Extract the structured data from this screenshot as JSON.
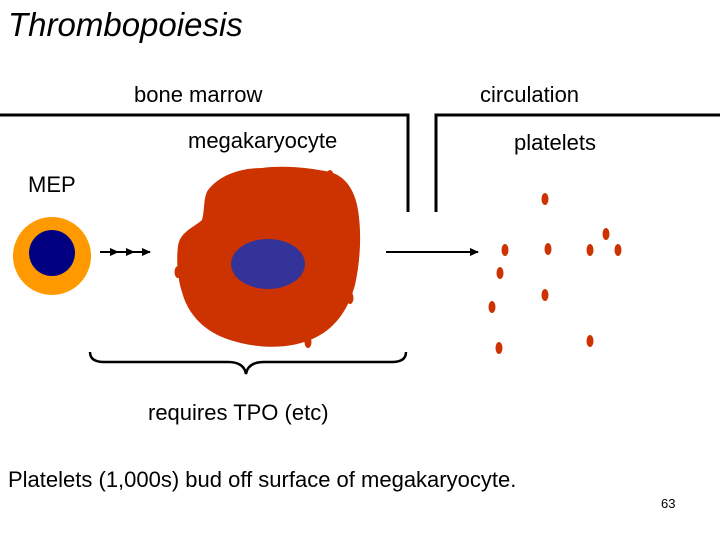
{
  "title": "Thrombopoiesis",
  "labels": {
    "bone_marrow": "bone marrow",
    "circulation": "circulation",
    "megakaryocyte": "megakaryocyte",
    "platelets": "platelets",
    "mep": "MEP",
    "requirement": "requires TPO (etc)"
  },
  "caption": "Platelets (1,000s) bud off surface of megakaryocyte.",
  "page_number": "63",
  "colors": {
    "mep_outer": "#ff9900",
    "mep_nucleus": "#000080",
    "megakaryocyte_cytoplasm": "#cc3300",
    "megakaryocyte_nucleus": "#333399",
    "platelet": "#cc3300",
    "lines": "#000000"
  }
}
